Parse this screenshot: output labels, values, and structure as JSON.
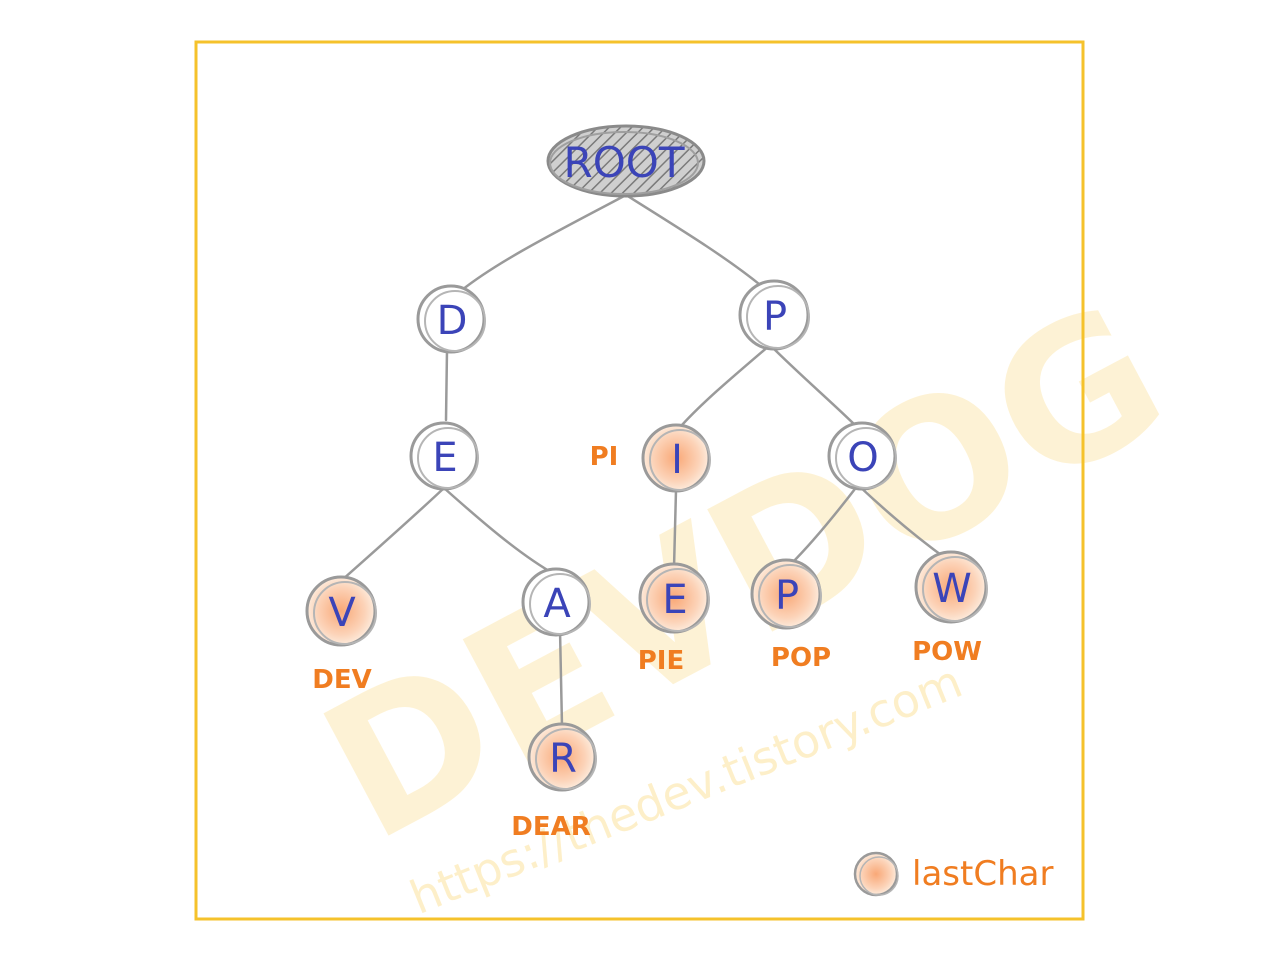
{
  "diagram": {
    "root_label": "ROOT",
    "nodes": [
      {
        "id": "D",
        "letter": "D",
        "last_char": false
      },
      {
        "id": "P",
        "letter": "P",
        "last_char": false
      },
      {
        "id": "E1",
        "letter": "E",
        "last_char": false
      },
      {
        "id": "I",
        "letter": "I",
        "last_char": true
      },
      {
        "id": "O",
        "letter": "O",
        "last_char": false
      },
      {
        "id": "V",
        "letter": "V",
        "last_char": true
      },
      {
        "id": "A",
        "letter": "A",
        "last_char": false
      },
      {
        "id": "E2",
        "letter": "E",
        "last_char": true
      },
      {
        "id": "P2",
        "letter": "P",
        "last_char": true
      },
      {
        "id": "W",
        "letter": "W",
        "last_char": true
      },
      {
        "id": "R",
        "letter": "R",
        "last_char": true
      }
    ],
    "word_labels": {
      "pi": "PI",
      "dev": "DEV",
      "pie": "PIE",
      "pop": "POP",
      "pow": "POW",
      "dear": "DEAR"
    },
    "legend": {
      "label": "lastChar"
    },
    "watermark": {
      "main": "DEVDOG",
      "url": "https://thedev.tistory.com"
    },
    "colors": {
      "frame": "#f5c22b",
      "letters": "#3b44b8",
      "labels": "#f07d21",
      "last_char_fill": "#fbc6a3",
      "edges": "#9a9a9a"
    }
  }
}
